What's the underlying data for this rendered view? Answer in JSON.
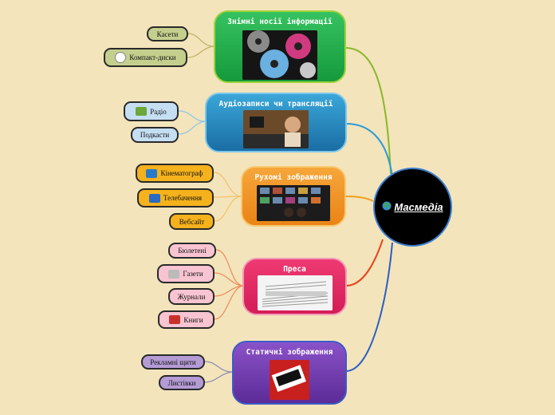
{
  "center": {
    "label": "Масмедіа",
    "icon": "globe-icon"
  },
  "branches": [
    {
      "title": "Знімні носії інформації",
      "color": "#22a84a",
      "leaves": [
        {
          "label": "Касети",
          "icon": ""
        },
        {
          "label": "Компакт-диски",
          "icon": "cd-icon"
        }
      ]
    },
    {
      "title": "Аудіозаписи чи трансляції",
      "color": "#2a8fc4",
      "leaves": [
        {
          "label": "Радіо",
          "icon": "radio-icon"
        },
        {
          "label": "Подкасти",
          "icon": ""
        }
      ]
    },
    {
      "title": "Рухомі зображення",
      "color": "#f0931e",
      "leaves": [
        {
          "label": "Кінематограф",
          "icon": "cinema-icon"
        },
        {
          "label": "Телебачення",
          "icon": "tv-icon"
        },
        {
          "label": "Вебсайт",
          "icon": ""
        }
      ]
    },
    {
      "title": "Преса",
      "color": "#e0245f",
      "leaves": [
        {
          "label": "Бюлетені",
          "icon": ""
        },
        {
          "label": "Газети",
          "icon": "newspaper-icon"
        },
        {
          "label": "Журнали",
          "icon": ""
        },
        {
          "label": "Книги",
          "icon": "books-icon"
        }
      ]
    },
    {
      "title": "Статичні зображення",
      "color": "#6a3fa6",
      "leaves": [
        {
          "label": "Рекламні щити",
          "icon": ""
        },
        {
          "label": "Листівки",
          "icon": ""
        }
      ]
    }
  ]
}
